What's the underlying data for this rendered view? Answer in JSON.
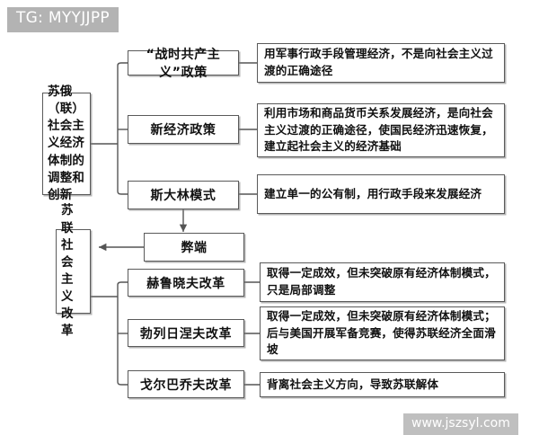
{
  "overlay": {
    "tg_badge": "TG: MYYJJPP",
    "watermark": "www.jszsyl.com"
  },
  "colors": {
    "background": "#ffffff",
    "box_border": "#5a5a5a",
    "text": "#111111",
    "connector": "#555555",
    "badge_bg": "#b3b3b3",
    "watermark_bg": "#bfbfbf",
    "overlay_text": "#ffffff"
  },
  "diagram": {
    "title": "苏俄（联）社会主义经济体制的调整和创新 / 苏联社会主义改革",
    "roots": [
      {
        "id": "root-economic-system",
        "label": "苏俄（联）社会主义经济体制的调整和创新"
      },
      {
        "id": "root-soviet-reform",
        "label": "苏联社会主义改革"
      }
    ],
    "stages": [
      {
        "id": "war-communism",
        "label": "“战时共产主义”政策"
      },
      {
        "id": "new-economic-policy",
        "label": "新经济政策"
      },
      {
        "id": "stalin-model",
        "label": "斯大林模式"
      },
      {
        "id": "drawbacks",
        "label": "弊端"
      },
      {
        "id": "khrushchev-reform",
        "label": "赫鲁晓夫改革"
      },
      {
        "id": "brezhnev-reform",
        "label": "勃列日涅夫改革"
      },
      {
        "id": "gorbachev-reform",
        "label": "戈尔巴乔夫改革"
      }
    ],
    "descriptions": [
      {
        "id": "desc-war-communism",
        "for": "war-communism",
        "text": "用军事行政手段管理经济，不是向社会主义过渡的正确途径"
      },
      {
        "id": "desc-new-economic-policy",
        "for": "new-economic-policy",
        "text": "利用市场和商品货币关系发展经济，是向社会主义过渡的正确途径，使国民经济迅速恢复，建立起社会主义的经济基础"
      },
      {
        "id": "desc-stalin-model",
        "for": "stalin-model",
        "text": "建立单一的公有制，用行政手段来发展经济"
      },
      {
        "id": "desc-khrushchev-reform",
        "for": "khrushchev-reform",
        "text": "取得一定成效，但未突破原有经济体制模式，只是局部调整"
      },
      {
        "id": "desc-brezhnev-reform",
        "for": "brezhnev-reform",
        "text": "取得一定成效，但未突破原有经济体制模式；后与美国开展军备竞赛，使得苏联经济全面滑坡"
      },
      {
        "id": "desc-gorbachev-reform",
        "for": "gorbachev-reform",
        "text": "背离社会主义方向，导致苏联解体"
      }
    ]
  }
}
